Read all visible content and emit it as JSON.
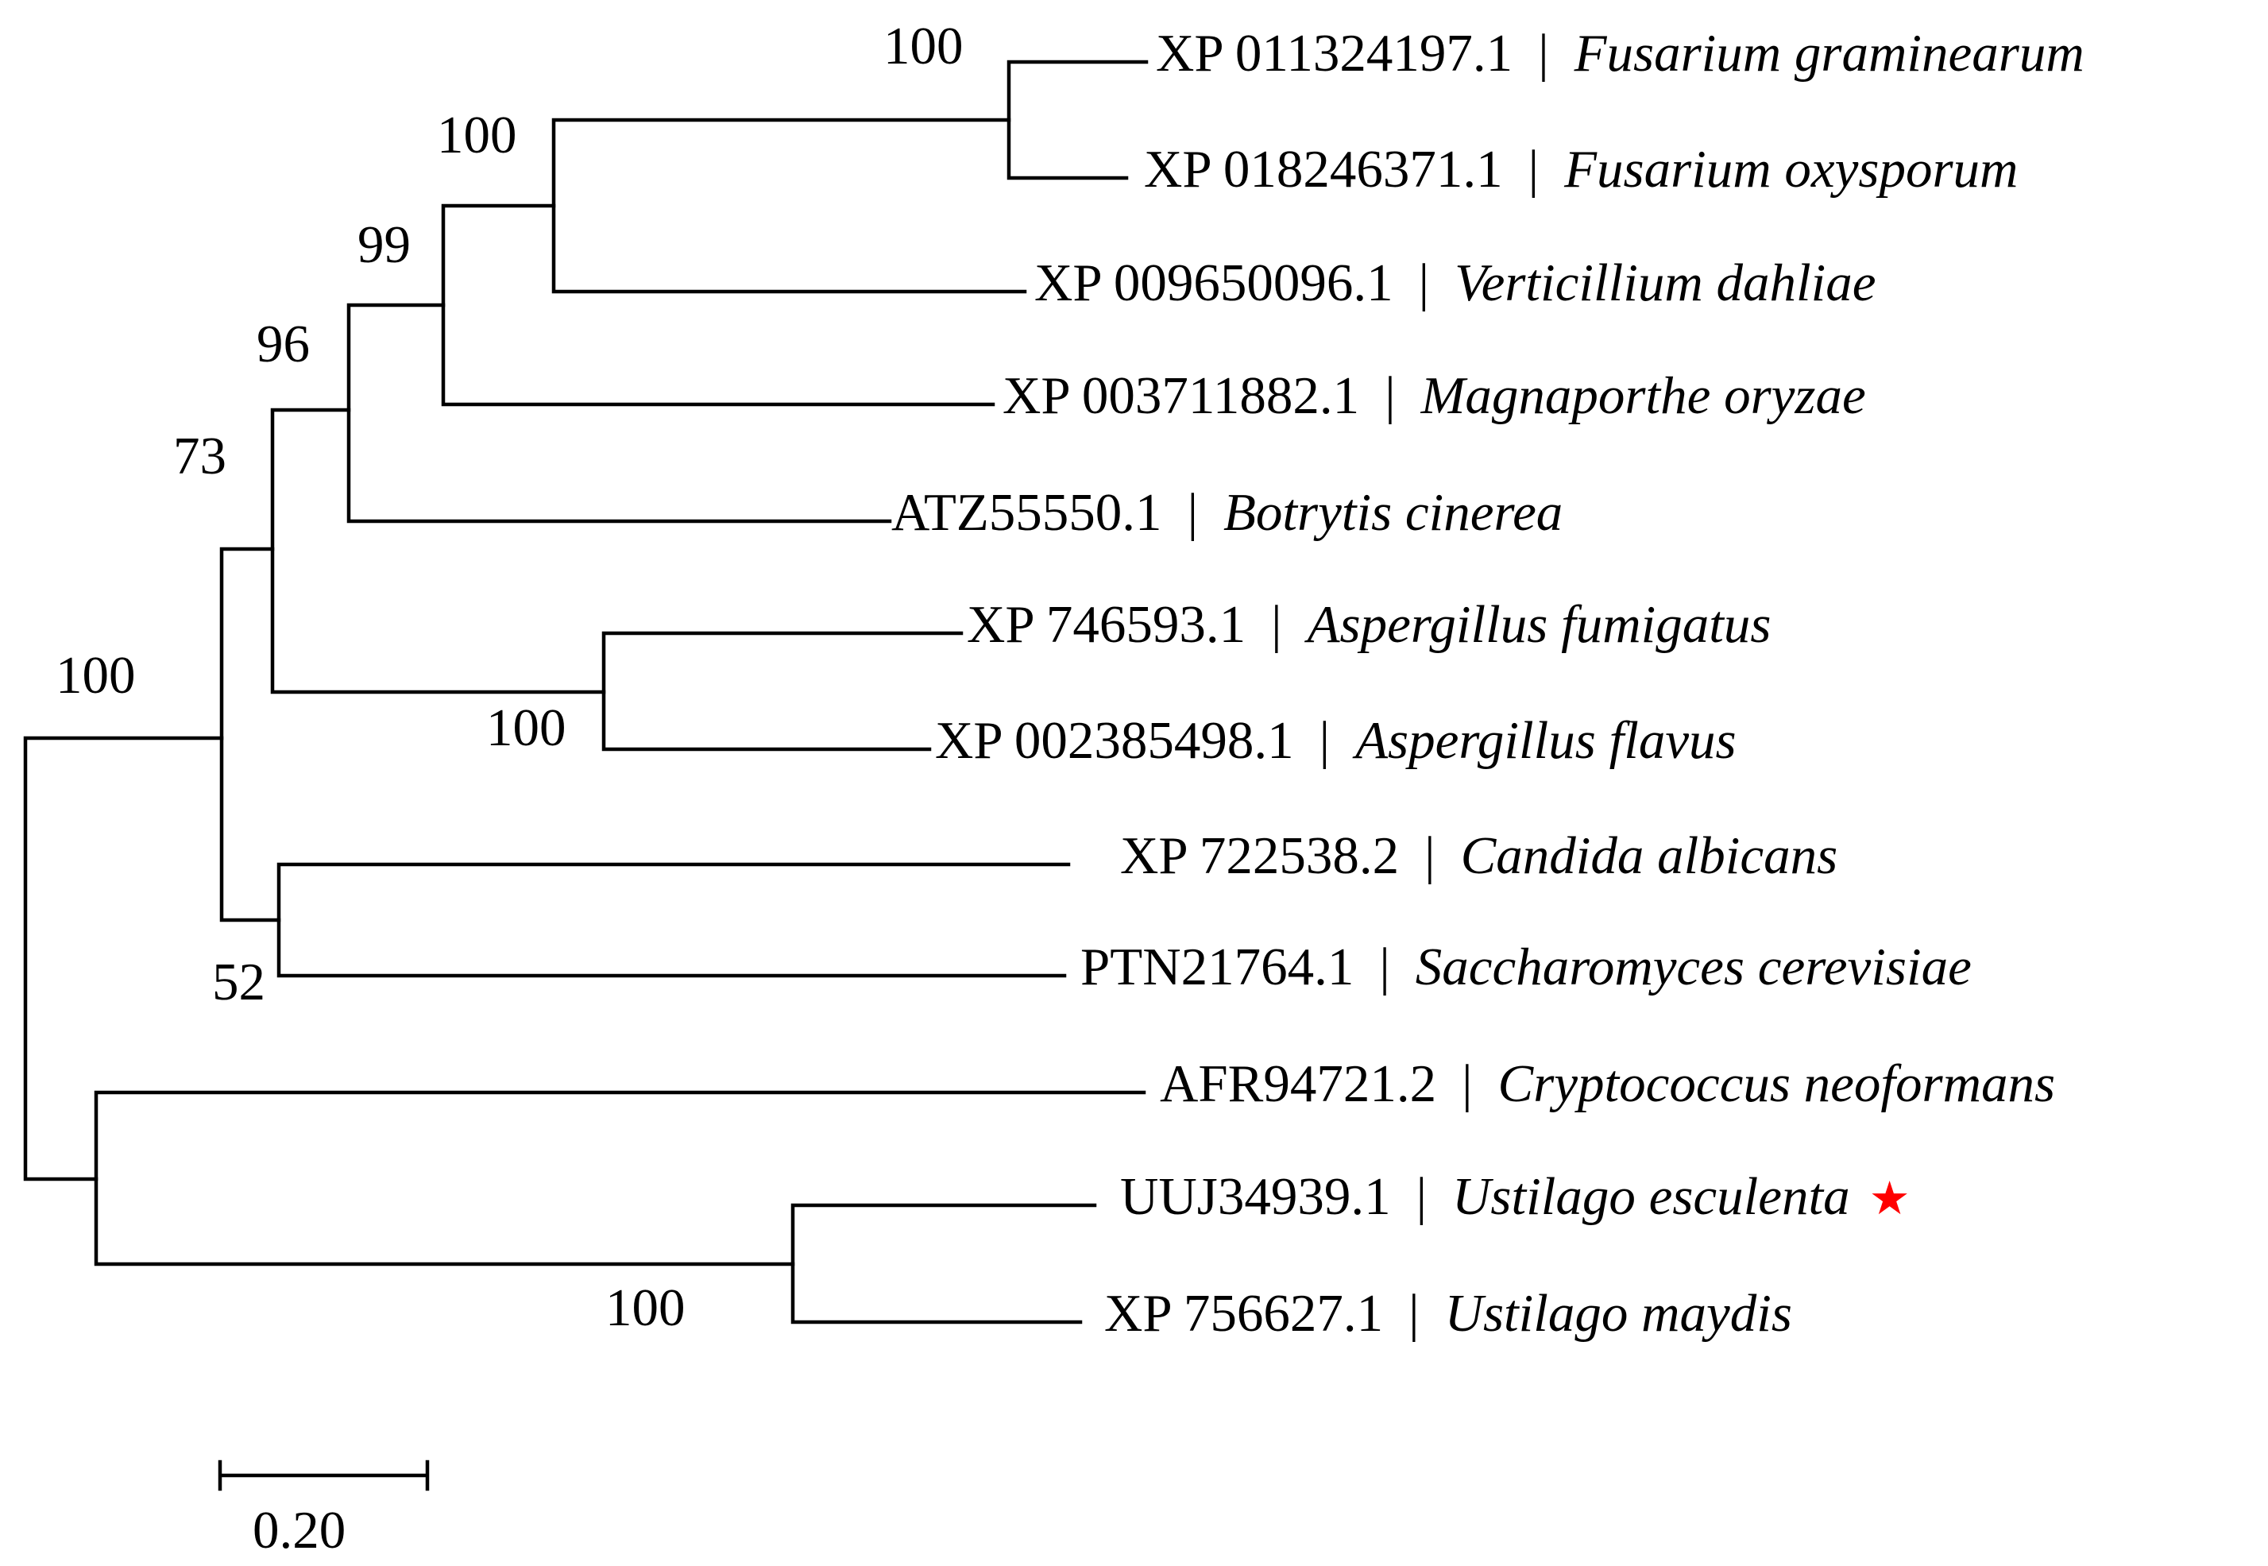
{
  "tree": {
    "taxa": [
      {
        "accession": "XP 011324197.1",
        "species": "Fusarium graminearum"
      },
      {
        "accession": "XP 018246371.1",
        "species": "Fusarium oxysporum"
      },
      {
        "accession": "XP 009650096.1",
        "species": "Verticillium dahliae"
      },
      {
        "accession": "XP 003711882.1",
        "species": "Magnaporthe oryzae"
      },
      {
        "accession": "ATZ55550.1",
        "species": "Botrytis cinerea"
      },
      {
        "accession": "XP 746593.1",
        "species": "Aspergillus fumigatus"
      },
      {
        "accession": "XP 002385498.1",
        "species": "Aspergillus flavus"
      },
      {
        "accession": "XP 722538.2",
        "species": "Candida albicans"
      },
      {
        "accession": "PTN21764.1",
        "species": "Saccharomyces cerevisiae"
      },
      {
        "accession": "AFR94721.2",
        "species": "Cryptococcus neoformans"
      },
      {
        "accession": "UUJ34939.1",
        "species": "Ustilago esculenta",
        "marker": "★"
      },
      {
        "accession": "XP 756627.1",
        "species": "Ustilago maydis"
      }
    ],
    "separator": "|",
    "bootstrap": [
      "100",
      "100",
      "99",
      "96",
      "73",
      "100",
      "100",
      "52",
      "100"
    ],
    "marker_color": "#ff0000",
    "scale_bar": {
      "label": "0.20",
      "value": 0.2
    }
  }
}
